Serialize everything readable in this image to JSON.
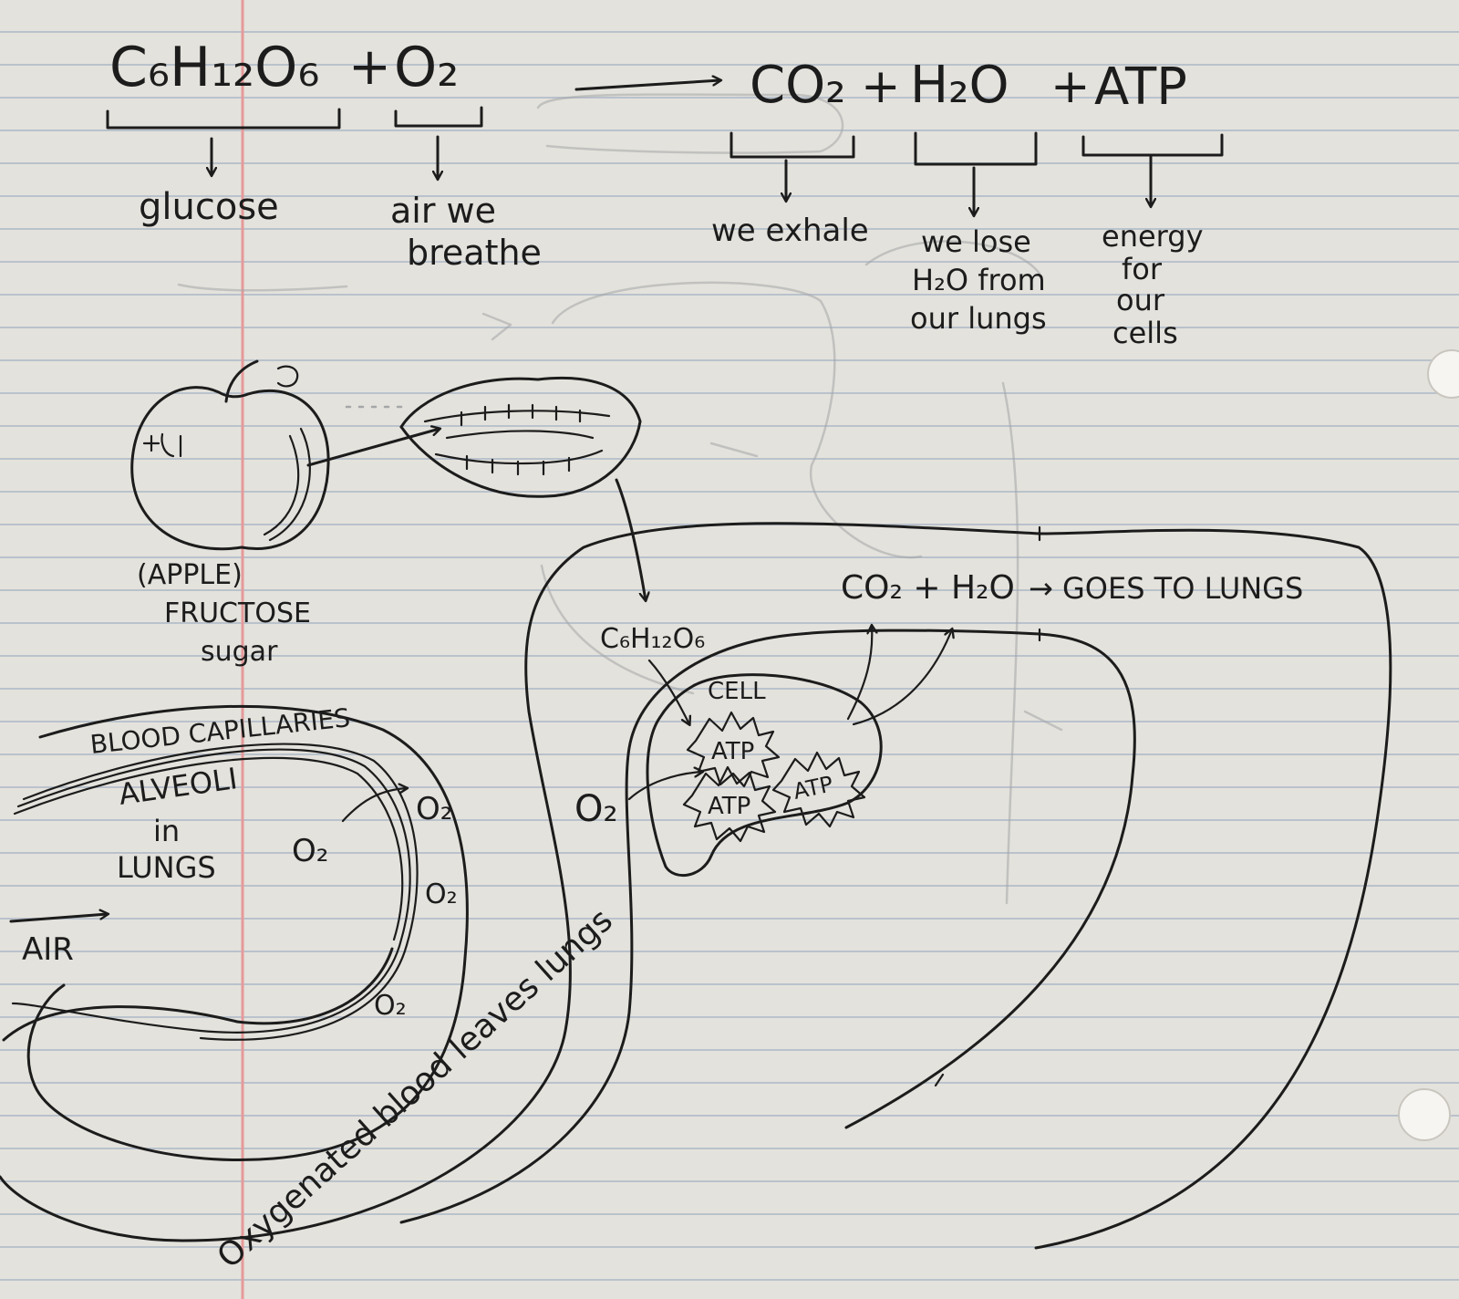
{
  "equation": {
    "glucose_formula": "C₆H₁₂O₆",
    "plus_1": "+",
    "oxygen_formula": "O₂",
    "co2_formula": "CO₂",
    "plus_2": "+",
    "water_formula": "H₂O",
    "plus_3": "+",
    "atp_label": "ATP"
  },
  "annotations": {
    "glucose": "glucose",
    "air_line1": "air we",
    "air_line2": "breathe",
    "exhale": "we exhale",
    "water_line1": "we lose",
    "water_line2": "H₂O from",
    "water_line3": "our lungs",
    "energy_line1": "energy",
    "energy_line2": "for",
    "energy_line3": "our",
    "energy_line4": "cells"
  },
  "apple": {
    "line1": "(APPLE)",
    "line2": "FRUCTOSE",
    "line3": "sugar"
  },
  "lungs": {
    "capillaries": "BLOOD CAPILLARIES",
    "alveoli_line1": "ALVEOLI",
    "alveoli_line2": "in",
    "alveoli_line3": "LUNGS",
    "air": "AIR",
    "o2_a": "O₂",
    "o2_b": "O₂",
    "o2_c": "O₂",
    "o2_d": "O₂"
  },
  "blood": {
    "oxygenated": "Oxygenated blood leaves lungs"
  },
  "cell": {
    "glucose_in": "C₆H₁₂O₆",
    "o2_in": "O₂",
    "label": "CELL",
    "atp_1": "ATP",
    "atp_2": "ATP",
    "atp_3": "ATP",
    "outputs": "CO₂ + H₂O",
    "goes_to": "→ GOES TO LUNGS"
  }
}
